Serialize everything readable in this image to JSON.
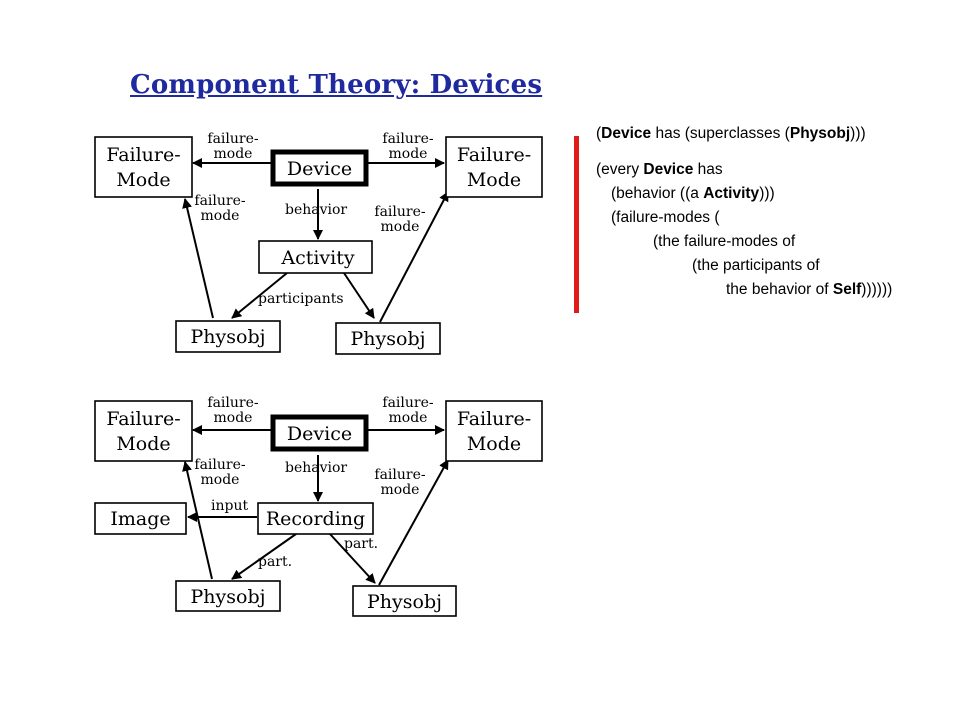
{
  "title": "Component Theory: Devices",
  "accent_color": "#e21b1b",
  "title_color": "#1f2a9e",
  "diagram1": {
    "failure_mode_left": [
      "Failure-",
      "Mode"
    ],
    "failure_mode_right": [
      "Failure-",
      "Mode"
    ],
    "device": "Device",
    "activity": "Activity",
    "physobj_left": "Physobj",
    "physobj_right": "Physobj",
    "edge_fm_top_left": [
      "failure-",
      "mode"
    ],
    "edge_fm_top_right": [
      "failure-",
      "mode"
    ],
    "edge_fm_diag_left": [
      "failure-",
      "mode"
    ],
    "edge_fm_diag_right": [
      "failure-",
      "mode"
    ],
    "edge_behavior": "behavior",
    "edge_participants": "participants"
  },
  "diagram2": {
    "failure_mode_left": [
      "Failure-",
      "Mode"
    ],
    "failure_mode_right": [
      "Failure-",
      "Mode"
    ],
    "device": "Device",
    "recording": "Recording",
    "image": "Image",
    "physobj_left": "Physobj",
    "physobj_right": "Physobj",
    "edge_fm_top_left": [
      "failure-",
      "mode"
    ],
    "edge_fm_top_right": [
      "failure-",
      "mode"
    ],
    "edge_fm_diag_left": [
      "failure-",
      "mode"
    ],
    "edge_fm_diag_right": [
      "failure-",
      "mode"
    ],
    "edge_behavior": "behavior",
    "edge_input": "input",
    "edge_part_left": "part.",
    "edge_part_right": "part."
  },
  "code": {
    "l1_a": "(",
    "l1_b": "Device",
    "l1_c": " has (superclasses (",
    "l1_d": "Physobj",
    "l1_e": ")))",
    "l2_a": "(every ",
    "l2_b": "Device",
    "l2_c": " has",
    "l3_a": "(behavior ((a ",
    "l3_b": "Activity",
    "l3_c": ")))",
    "l4": "(failure-modes (",
    "l5": "(the failure-modes of",
    "l6": "(the participants of",
    "l7_a": "the behavior of ",
    "l7_b": "Self",
    "l7_c": "))))))"
  }
}
